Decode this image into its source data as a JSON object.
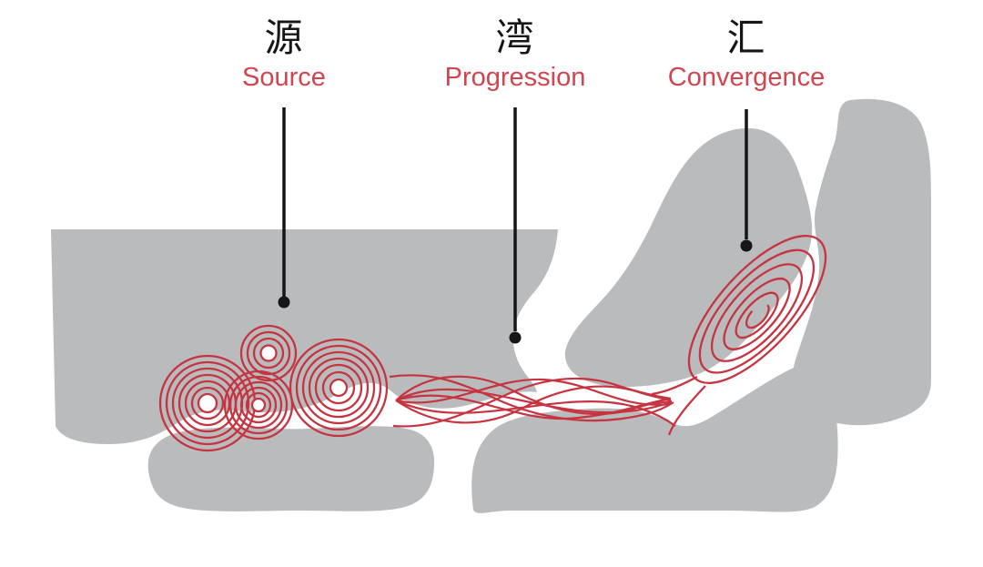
{
  "diagram": {
    "title_meaning": "river flow concept diagram",
    "stages": [
      {
        "zh": "源",
        "en": "Source"
      },
      {
        "zh": "湾",
        "en": "Progression"
      },
      {
        "zh": "汇",
        "en": "Convergence"
      }
    ],
    "colors": {
      "background": "#ffffff",
      "landmass_gray": "#b9bbbd",
      "flow_red": "#c53440",
      "label_red": "#d2444e",
      "marker_black": "#161616"
    }
  }
}
